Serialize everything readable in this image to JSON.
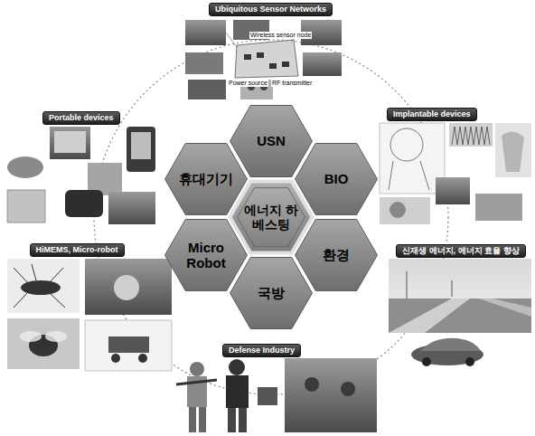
{
  "diagram": {
    "nodes": [
      {
        "text": [
          "Ubiquitous Sensor Networks"
        ]
      },
      {
        "text": [
          "Portable devices"
        ]
      },
      {
        "text": [
          "Implantable devices"
        ]
      },
      {
        "text": [
          "USN"
        ]
      },
      {
        "text": [
          "휴대기기"
        ]
      },
      {
        "text": [
          "BIO"
        ]
      },
      {
        "text": [
          "에너지 하베스팅"
        ]
      },
      {
        "text": [
          "Micro Robot"
        ]
      },
      {
        "text": [
          "환경"
        ]
      },
      {
        "text": [
          "국방"
        ]
      },
      {
        "text": [
          "HiMEMS, Micro-robot"
        ]
      },
      {
        "text": [
          "신재생 에너지, 에너지 효율 향상"
        ]
      },
      {
        "text": [
          "Defense Industry"
        ]
      }
    ],
    "labels": [
      "Wireless sensor node",
      "RF transmitter",
      "Power source"
    ]
  }
}
